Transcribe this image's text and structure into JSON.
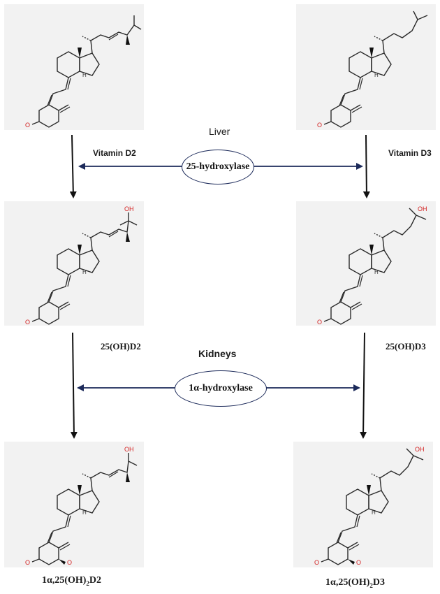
{
  "organs": {
    "liver": "Liver",
    "kidneys": "Kidneys"
  },
  "enzymes": {
    "step1": "25-hydroxylase",
    "step2": "1α-hydroxylase"
  },
  "compounds": {
    "left_row1": "Vitamin D2",
    "right_row1": "Vitamin D3",
    "left_row2": "25(OH)D2",
    "right_row2": "25(OH)D3",
    "left_row3": "1α,25(OH)",
    "left_row3_sub": "2",
    "left_row3_end": "D2",
    "right_row3": "1α,25(OH)",
    "right_row3_sub": "2",
    "right_row3_end": "D3"
  },
  "atom_labels": {
    "H": "H",
    "O": "O",
    "OH": "OH"
  },
  "colors": {
    "enzyme_arrow": "#1c2a5a",
    "flow_arrow": "#111111",
    "panel_bg": "#f2f2f2",
    "oxygen": "#d21f1f",
    "bond": "#2a2a2a"
  }
}
